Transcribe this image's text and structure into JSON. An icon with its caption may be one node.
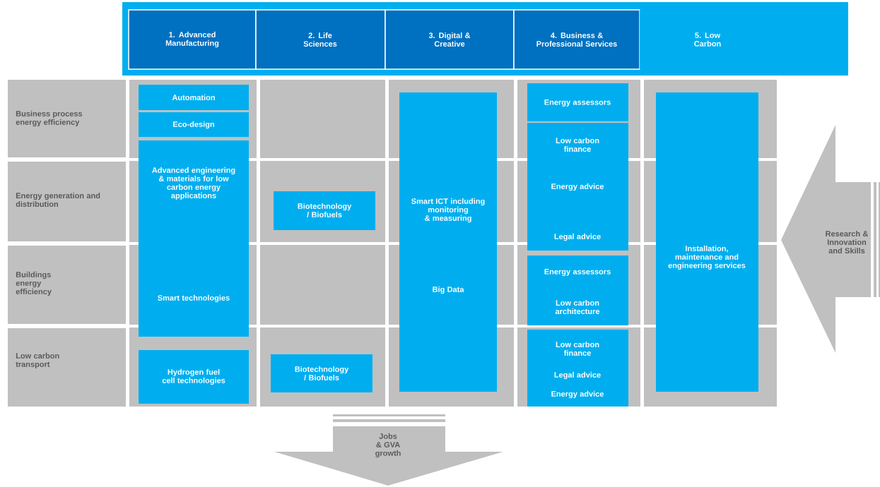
{
  "diagram": {
    "nodes": [
      {
        "text": [
          "1. Advanced Manufacturing"
        ]
      },
      {
        "text": [
          "2. Life Sciences"
        ]
      },
      {
        "text": [
          "3. Digital  & Creative"
        ]
      },
      {
        "text": [
          "4. Business & Professional Services"
        ]
      },
      {
        "text": [
          "5. Low Carbon"
        ]
      },
      {
        "text": [
          "Business process energy efficiency"
        ]
      },
      {
        "text": [
          "Energy generation and distribution"
        ]
      },
      {
        "text": [
          "Buildings energy efficiency"
        ]
      },
      {
        "text": [
          "Low carbon transport"
        ]
      },
      {
        "text": [
          "Automation"
        ]
      },
      {
        "text": [
          "Eco-design"
        ]
      },
      {
        "text": [
          "Advanced engineering & materials for low carbon energy applications",
          "Smart technologies"
        ]
      },
      {
        "text": [
          "Hydrogen fuel cell technologies"
        ]
      },
      {
        "text": [
          "Biotechnology / Biofuels"
        ]
      },
      {
        "text": [
          "Biotechnology / Biofuels"
        ]
      },
      {
        "text": [
          "Smart ICT including monitoring & measuring",
          "Big Data"
        ]
      },
      {
        "text": [
          "Energy assessors"
        ]
      },
      {
        "text": [
          "Low carbon finance",
          "Energy advice",
          "Legal advice"
        ]
      },
      {
        "text": [
          "Energy assessors",
          "Low carbon architecture"
        ]
      },
      {
        "text": [
          "Low carbon finance",
          "Legal advice",
          "Energy advice"
        ]
      },
      {
        "text": [
          "Installation, maintenance and engineering services"
        ]
      },
      {
        "text": [
          "Research & Innovation and Skills"
        ]
      },
      {
        "text": [
          "Jobs & GVA growth"
        ]
      }
    ]
  }
}
